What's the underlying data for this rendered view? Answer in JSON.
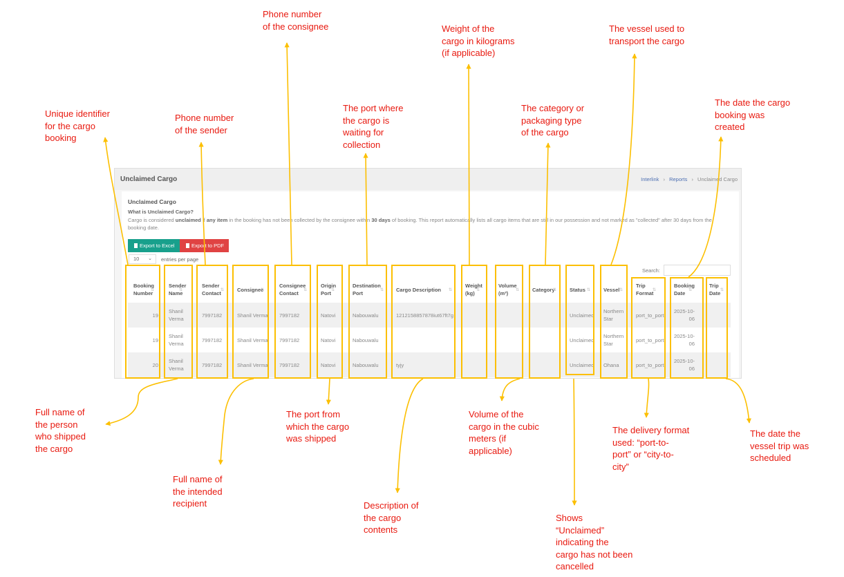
{
  "annotations": {
    "booking_number": [
      "Unique identifier",
      "for the cargo",
      "booking"
    ],
    "sender_name": [
      "Full name of",
      "the person",
      "who shipped",
      "the cargo"
    ],
    "sender_contact": [
      "Phone number",
      "of the sender"
    ],
    "consignee": [
      "Full name of",
      "the intended",
      "recipient"
    ],
    "consignee_contact": [
      "Phone number",
      "of the consignee"
    ],
    "origin_port": [
      "The port from",
      "which the cargo",
      "was shipped"
    ],
    "destination_port": [
      "The port where",
      "the cargo is",
      "waiting for",
      "collection"
    ],
    "cargo_description": [
      "Description of",
      "the cargo",
      "contents"
    ],
    "weight": [
      "Weight of the",
      "cargo in kilograms",
      "(if applicable)"
    ],
    "volume": [
      "Volume of the",
      "cargo in the cubic",
      "meters (if",
      "applicable)"
    ],
    "category": [
      "The category or",
      "packaging type",
      "of the cargo"
    ],
    "status": [
      "Shows",
      "“Unclaimed”",
      "indicating the",
      "cargo has not been",
      "cancelled"
    ],
    "vessel": [
      "The vessel used to",
      "transport the cargo"
    ],
    "trip_format": [
      "The delivery format",
      "used: “port-to-",
      "port” or “city-to-",
      "city”"
    ],
    "booking_date": [
      "The date the cargo",
      "booking was",
      "created"
    ],
    "trip_date": [
      "The date the",
      "vessel trip was",
      "scheduled"
    ]
  },
  "screen": {
    "page_title": "Unclaimed Cargo",
    "breadcrumb": [
      "Interlink",
      "Reports",
      "Unclaimed Cargo"
    ],
    "card_title": "Unclaimed Cargo",
    "question": "What is Unclaimed Cargo?",
    "desc_parts": [
      "Cargo is considered ",
      "unclaimed",
      " if ",
      "any item",
      " in the booking has not been collected by the consignee within ",
      "30 days",
      " of booking. This report automatically lists all cargo items that are still in our possession and not marked as \"collected\" after 30 days from the booking date."
    ],
    "export_excel": "Export to Excel",
    "export_pdf": "Export to PDF",
    "page_length": "10",
    "entries_label": "entries per page",
    "search_label": "Search:",
    "columns": [
      [
        "Booking",
        "Number"
      ],
      [
        "Sender",
        "Name"
      ],
      [
        "Sender",
        "Contact"
      ],
      [
        "Consignee",
        ""
      ],
      [
        "Consignee",
        "Contact"
      ],
      [
        "Origin",
        "Port"
      ],
      [
        "Destination",
        "Port"
      ],
      [
        "Cargo Description",
        ""
      ],
      [
        "Weight",
        "(kg)"
      ],
      [
        "Volume",
        "(m³)"
      ],
      [
        "Category",
        ""
      ],
      [
        "Status",
        ""
      ],
      [
        "Vessel",
        ""
      ],
      [
        "Trip",
        "Format"
      ],
      [
        "Booking",
        "Date"
      ],
      [
        "Trip",
        "Date"
      ]
    ],
    "rows": [
      {
        "booking": "19",
        "sender_name": [
          "Shanil",
          "Verma"
        ],
        "sender_contact": "7997182",
        "consignee": "Shanil Verma",
        "consignee_contact": "7997182",
        "origin": "Natovi",
        "destination": "Nabouwalu",
        "description": "1212158857878iut67ft7g",
        "weight": "",
        "volume": "",
        "category": "",
        "status": "Unclaimed",
        "vessel": [
          "Northern",
          "Star"
        ],
        "trip_format": "port_to_port",
        "booking_date": [
          "2025-10-",
          "06"
        ],
        "trip_date": ""
      },
      {
        "booking": "19",
        "sender_name": [
          "Shanil",
          "Verma"
        ],
        "sender_contact": "7997182",
        "consignee": "Shanil Verma",
        "consignee_contact": "7997182",
        "origin": "Natovi",
        "destination": "Nabouwalu",
        "description": "",
        "weight": "",
        "volume": "",
        "category": "",
        "status": "Unclaimed",
        "vessel": [
          "Northern",
          "Star"
        ],
        "trip_format": "port_to_port",
        "booking_date": [
          "2025-10-",
          "06"
        ],
        "trip_date": ""
      },
      {
        "booking": "20",
        "sender_name": [
          "Shanil",
          "Verma"
        ],
        "sender_contact": "7997182",
        "consignee": "Shanil Verma",
        "consignee_contact": "7997182",
        "origin": "Natovi",
        "destination": "Nabouwalu",
        "description": "tyjy",
        "weight": "",
        "volume": "",
        "category": "",
        "status": "Unclaimed",
        "vessel": [
          "Ohana",
          ""
        ],
        "trip_format": "port_to_port",
        "booking_date": [
          "2025-10-",
          "06"
        ],
        "trip_date": ""
      }
    ],
    "colors": {
      "highlight": "#fcbf00",
      "annotation_text": "#e8190f",
      "excel_button": "#18a08c",
      "pdf_button": "#e04343"
    }
  }
}
